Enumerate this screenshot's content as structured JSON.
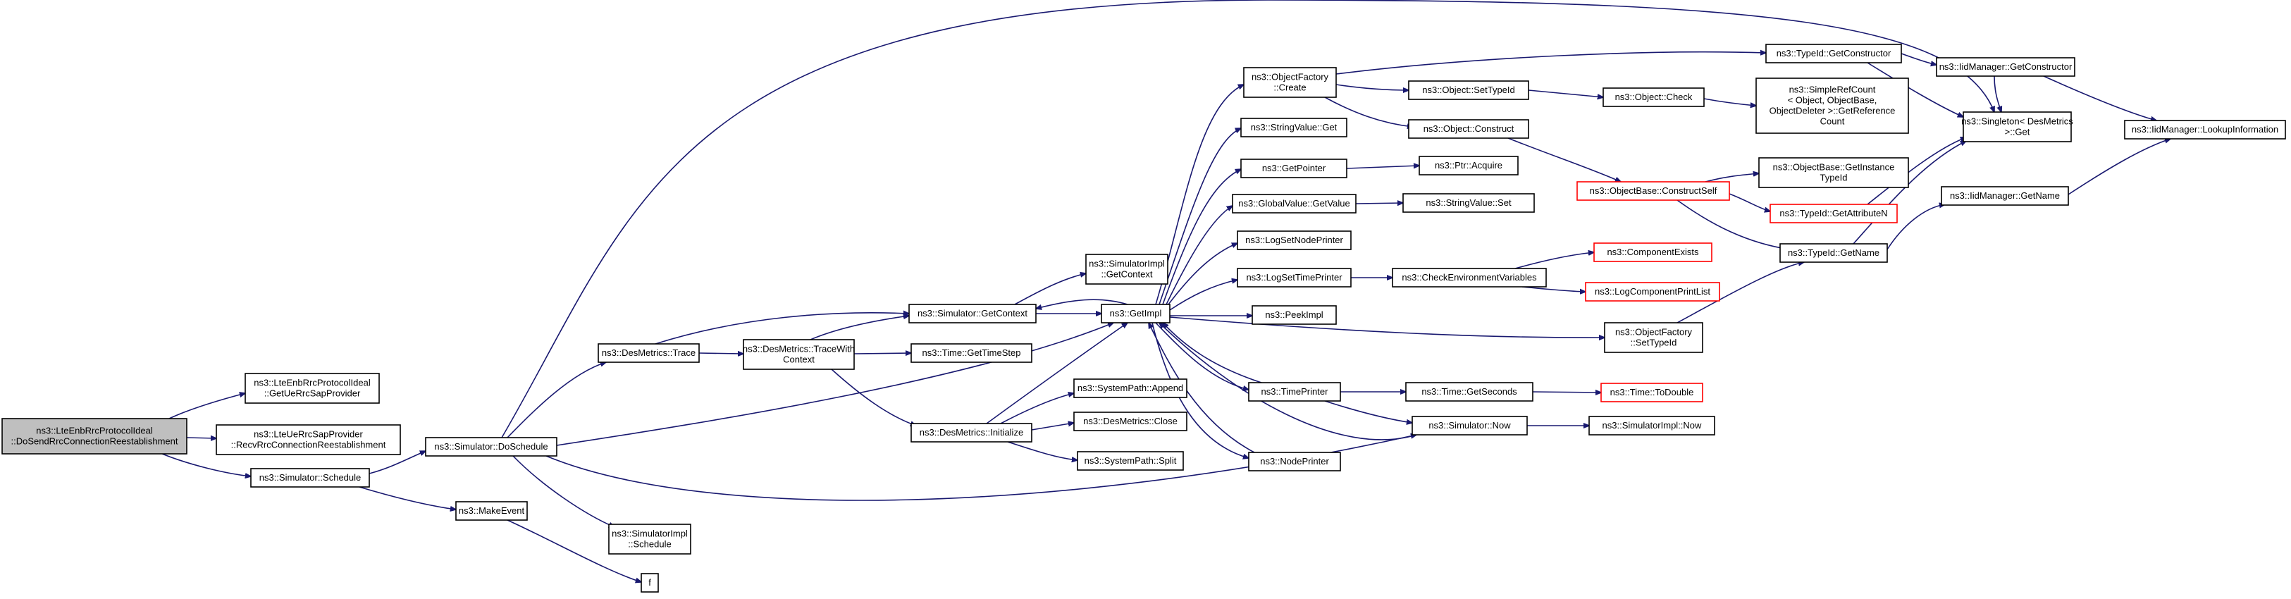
{
  "graph": {
    "nodes": [
      {
        "id": "root",
        "lines": [
          "ns3::LteEnbRrcProtocolIdeal",
          "::DoSendRrcConnectionReestablishment"
        ],
        "style": "root"
      },
      {
        "id": "getue",
        "lines": [
          "ns3::LteEnbRrcProtocolIdeal",
          "::GetUeRrcSapProvider"
        ]
      },
      {
        "id": "recv",
        "lines": [
          "ns3::LteUeRrcSapProvider",
          "::RecvRrcConnectionReestablishment"
        ]
      },
      {
        "id": "schedule",
        "lines": [
          "ns3::Simulator::Schedule"
        ]
      },
      {
        "id": "doschedule",
        "lines": [
          "ns3::Simulator::DoSchedule"
        ]
      },
      {
        "id": "makeevent",
        "lines": [
          "ns3::MakeEvent"
        ]
      },
      {
        "id": "f",
        "lines": [
          "f"
        ]
      },
      {
        "id": "implschedule",
        "lines": [
          "ns3::SimulatorImpl",
          "::Schedule"
        ]
      },
      {
        "id": "dmtrace",
        "lines": [
          "ns3::DesMetrics::Trace"
        ]
      },
      {
        "id": "dmtracewith",
        "lines": [
          "ns3::DesMetrics::TraceWith",
          "Context"
        ]
      },
      {
        "id": "simgetctx",
        "lines": [
          "ns3::Simulator::GetContext"
        ]
      },
      {
        "id": "implgetctx",
        "lines": [
          "ns3::SimulatorImpl",
          "::GetContext"
        ]
      },
      {
        "id": "gettimestep",
        "lines": [
          "ns3::Time::GetTimeStep"
        ]
      },
      {
        "id": "dminit",
        "lines": [
          "ns3::DesMetrics::Initialize"
        ]
      },
      {
        "id": "sysappend",
        "lines": [
          "ns3::SystemPath::Append"
        ]
      },
      {
        "id": "dmclose",
        "lines": [
          "ns3::DesMetrics::Close"
        ]
      },
      {
        "id": "syssplit",
        "lines": [
          "ns3::SystemPath::Split"
        ]
      },
      {
        "id": "getimpl",
        "lines": [
          "ns3::GetImpl"
        ]
      },
      {
        "id": "ofcreate",
        "lines": [
          "ns3::ObjectFactory",
          "::Create"
        ]
      },
      {
        "id": "svget",
        "lines": [
          "ns3::StringValue::Get"
        ]
      },
      {
        "id": "getpointer",
        "lines": [
          "ns3::GetPointer"
        ]
      },
      {
        "id": "gvgetvalue",
        "lines": [
          "ns3::GlobalValue::GetValue"
        ]
      },
      {
        "id": "lognodeprinter",
        "lines": [
          "ns3::LogSetNodePrinter"
        ]
      },
      {
        "id": "logtimeprinter",
        "lines": [
          "ns3::LogSetTimePrinter"
        ]
      },
      {
        "id": "peekimpl",
        "lines": [
          "ns3::PeekImpl"
        ]
      },
      {
        "id": "timeprinter",
        "lines": [
          "ns3::TimePrinter"
        ]
      },
      {
        "id": "nodeprinter",
        "lines": [
          "ns3::NodePrinter"
        ]
      },
      {
        "id": "setypeid",
        "lines": [
          "ns3::Object::SetTypeId"
        ]
      },
      {
        "id": "objconstruct",
        "lines": [
          "ns3::Object::Construct"
        ]
      },
      {
        "id": "ptracquire",
        "lines": [
          "ns3::Ptr::Acquire"
        ]
      },
      {
        "id": "svset",
        "lines": [
          "ns3::StringValue::Set"
        ]
      },
      {
        "id": "checkenv",
        "lines": [
          "ns3::CheckEnvironmentVariables"
        ]
      },
      {
        "id": "timegetsec",
        "lines": [
          "ns3::Time::GetSeconds"
        ]
      },
      {
        "id": "simnow",
        "lines": [
          "ns3::Simulator::Now"
        ]
      },
      {
        "id": "ofsettypeid",
        "lines": [
          "ns3::ObjectFactory",
          "::SetTypeId"
        ]
      },
      {
        "id": "tidgetctor",
        "lines": [
          "ns3::TypeId::GetConstructor"
        ]
      },
      {
        "id": "objcheck",
        "lines": [
          "ns3::Object::Check"
        ]
      },
      {
        "id": "obconstructself",
        "lines": [
          "ns3::ObjectBase::ConstructSelf"
        ],
        "style": "red"
      },
      {
        "id": "compexists",
        "lines": [
          "ns3::ComponentExists"
        ],
        "style": "red"
      },
      {
        "id": "logcomplist",
        "lines": [
          "ns3::LogComponentPrintList"
        ],
        "style": "red"
      },
      {
        "id": "timetodouble",
        "lines": [
          "ns3::Time::ToDouble"
        ],
        "style": "red"
      },
      {
        "id": "implnow",
        "lines": [
          "ns3::SimulatorImpl::Now"
        ]
      },
      {
        "id": "simplerefcount",
        "lines": [
          "ns3::SimpleRefCount",
          "< Object, ObjectBase,",
          "ObjectDeleter >::GetReference",
          "Count"
        ]
      },
      {
        "id": "obgetinstance",
        "lines": [
          "ns3::ObjectBase::GetInstance",
          "TypeId"
        ]
      },
      {
        "id": "tidgetattr",
        "lines": [
          "ns3::TypeId::GetAttributeN"
        ],
        "style": "red"
      },
      {
        "id": "tidgetname",
        "lines": [
          "ns3::TypeId::GetName"
        ]
      },
      {
        "id": "iidgetctor",
        "lines": [
          "ns3::IidManager::GetConstructor"
        ]
      },
      {
        "id": "singleton",
        "lines": [
          "ns3::Singleton< DesMetrics",
          ">::Get"
        ]
      },
      {
        "id": "iidgetname",
        "lines": [
          "ns3::IidManager::GetName"
        ]
      },
      {
        "id": "iidlookup",
        "lines": [
          "ns3::IidManager::LookupInformation"
        ]
      }
    ],
    "colors": {
      "edge": "#191970",
      "node_border": "#000000",
      "root_fill": "#bfbfbf",
      "highlight_border": "#ff0000"
    }
  }
}
